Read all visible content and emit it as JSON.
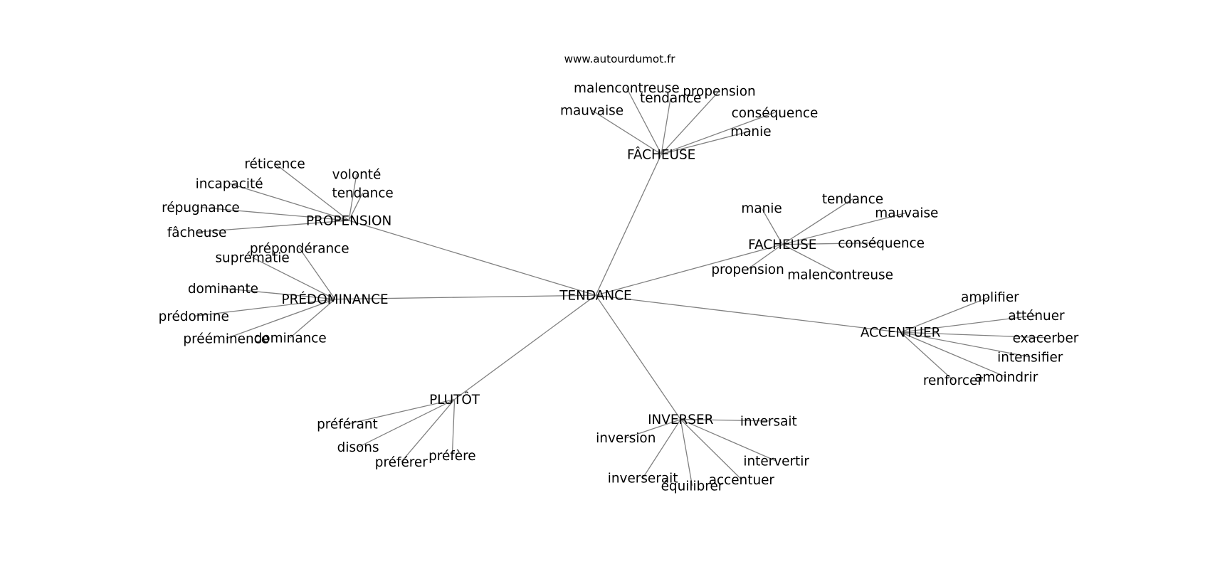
{
  "watermark": "www.autourdumot.fr",
  "root": "TENDANCE",
  "groups": [
    {
      "label": "FÂCHEUSE",
      "children": [
        "mauvaise",
        "malencontreuse",
        "tendance",
        "propension",
        "conséquence",
        "manie"
      ]
    },
    {
      "label": "PROPENSION",
      "children": [
        "réticence",
        "incapacité",
        "répugnance",
        "fâcheuse",
        "volonté",
        "tendance"
      ]
    },
    {
      "label": "PRÉDOMINANCE",
      "children": [
        "prépondérance",
        "suprématie",
        "dominante",
        "prédomine",
        "prééminence",
        "dominance"
      ]
    },
    {
      "label": "FACHEUSE",
      "children": [
        "manie",
        "tendance",
        "mauvaise",
        "conséquence",
        "propension",
        "malencontreuse"
      ]
    },
    {
      "label": "ACCENTUER",
      "children": [
        "amplifier",
        "atténuer",
        "exacerber",
        "intensifier",
        "amoindrir",
        "renforcer"
      ]
    },
    {
      "label": "PLUTÔT",
      "children": [
        "préférant",
        "disons",
        "préférer",
        "préfère"
      ]
    },
    {
      "label": "INVERSER",
      "children": [
        "inversait",
        "inversion",
        "intervertir",
        "inverserait",
        "équilibrer",
        "accentuer"
      ]
    }
  ]
}
